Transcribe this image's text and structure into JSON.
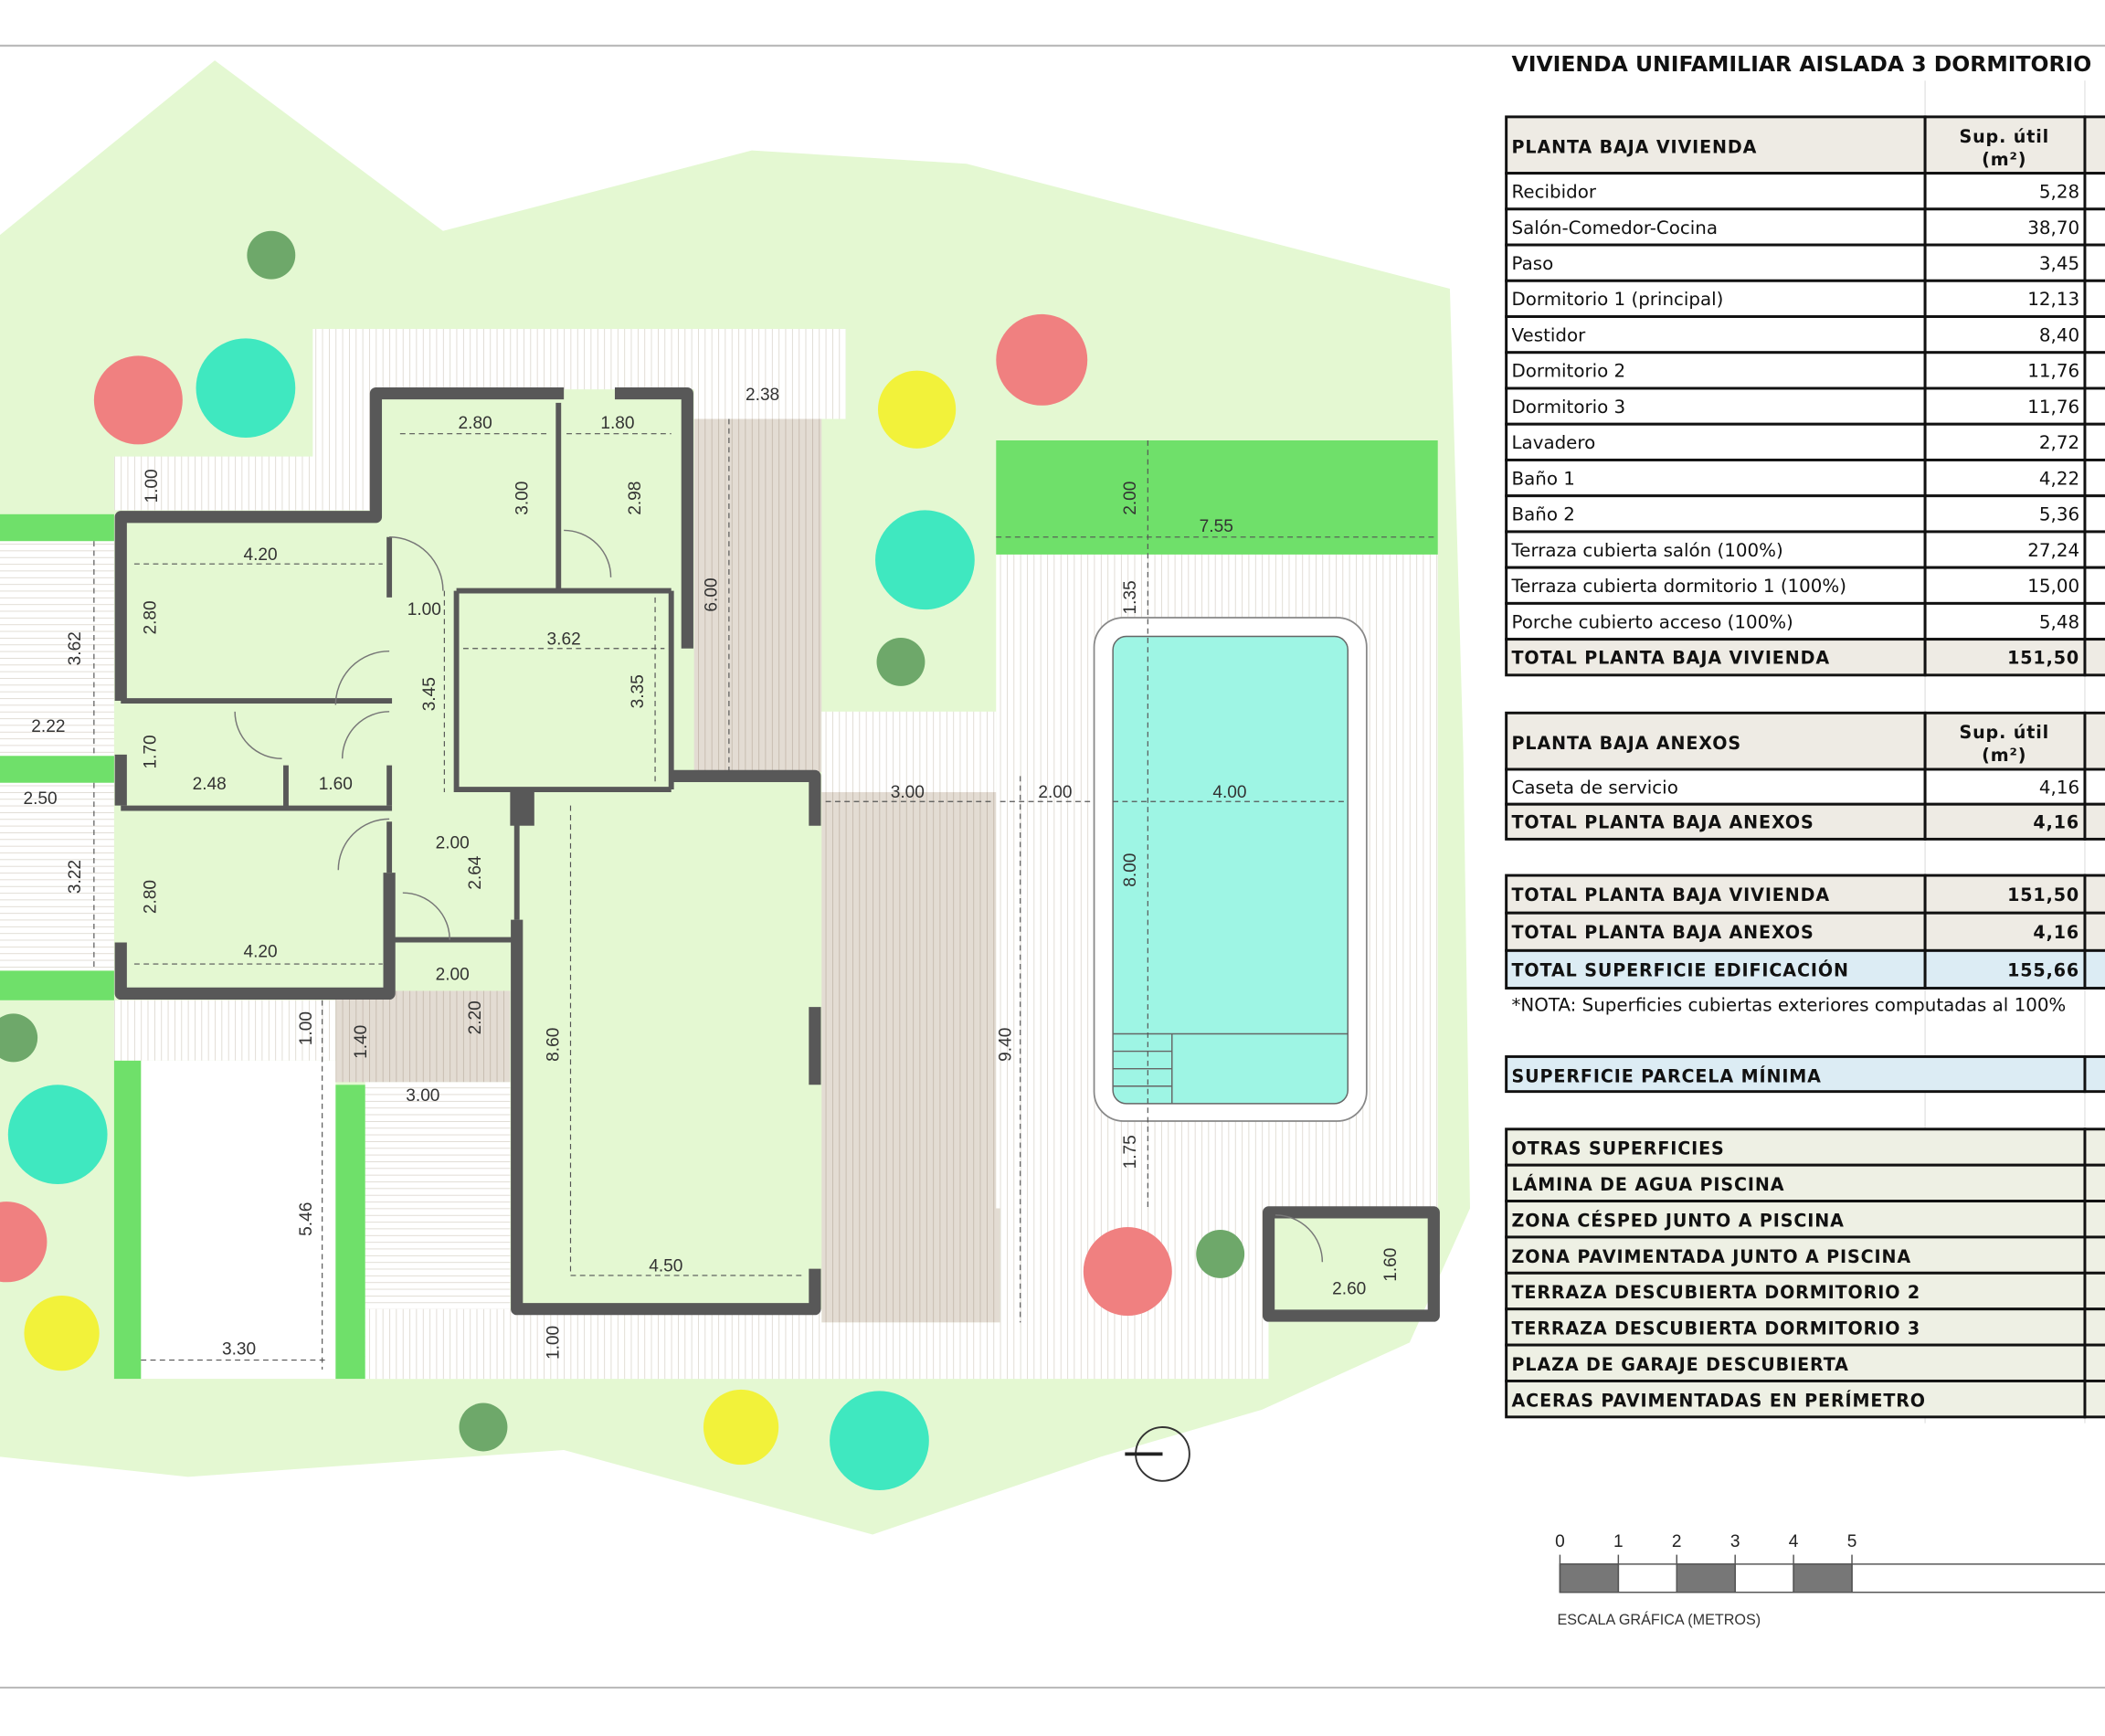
{
  "title": "VIVIENDA UNIFAMILIAR AISLADA 3 DORMITORIO",
  "colors": {
    "lawn": "#e4f8d2",
    "grass_strip": "#6fe06a",
    "pool_water": "#9ef5e4",
    "wall": "#585858",
    "deck": "#d9cfc4",
    "header_bg": "#eeebe4",
    "highlight_bg": "#dcecf4",
    "tree_red": "#f08080",
    "tree_cyan": "#3fe8c0",
    "tree_yellow": "#f2f23a",
    "tree_dark": "#6ea86a"
  },
  "vivienda": {
    "header": "PLANTA BAJA VIVIENDA",
    "col_header_1": "Sup. útil",
    "col_header_2": "(m²)",
    "rows": [
      {
        "label": "Recibidor",
        "value": "5,28"
      },
      {
        "label": "Salón-Comedor-Cocina",
        "value": "38,70"
      },
      {
        "label": "Paso",
        "value": "3,45"
      },
      {
        "label": "Dormitorio 1 (principal)",
        "value": "12,13"
      },
      {
        "label": "Vestidor",
        "value": "8,40"
      },
      {
        "label": "Dormitorio 2",
        "value": "11,76"
      },
      {
        "label": "Dormitorio 3",
        "value": "11,76"
      },
      {
        "label": "Lavadero",
        "value": "2,72"
      },
      {
        "label": "Baño 1",
        "value": "4,22"
      },
      {
        "label": "Baño 2",
        "value": "5,36"
      },
      {
        "label": "Terraza cubierta salón (100%)",
        "value": "27,24"
      },
      {
        "label": "Terraza cubierta dormitorio 1 (100%)",
        "value": "15,00"
      },
      {
        "label": "Porche cubierto acceso (100%)",
        "value": "5,48"
      }
    ],
    "total": {
      "label": "TOTAL PLANTA BAJA VIVIENDA",
      "value": "151,50"
    }
  },
  "anexos": {
    "header": "PLANTA BAJA ANEXOS",
    "col_header_1": "Sup. útil",
    "col_header_2": "(m²)",
    "rows": [
      {
        "label": "Caseta de servicio",
        "value": "4,16"
      }
    ],
    "total": {
      "label": "TOTAL PLANTA BAJA ANEXOS",
      "value": "4,16"
    }
  },
  "summary": [
    {
      "label": "TOTAL PLANTA BAJA VIVIENDA",
      "value": "151,50"
    },
    {
      "label": "TOTAL PLANTA BAJA ANEXOS",
      "value": "4,16"
    },
    {
      "label": "TOTAL SUPERFICIE EDIFICACIÓN",
      "value": "155,66"
    }
  ],
  "nota": "*NOTA: Superficies cubiertas exteriores computadas al 100%",
  "parcela": "SUPERFICIE PARCELA MÍNIMA",
  "otras": [
    "OTRAS SUPERFICIES",
    "LÁMINA DE AGUA PISCINA",
    "ZONA CÉSPED JUNTO A PISCINA",
    "ZONA PAVIMENTADA JUNTO A PISCINA",
    "TERRAZA DESCUBIERTA DORMITORIO 2",
    "TERRAZA DESCUBIERTA DORMITORIO 3",
    "PLAZA DE GARAJE DESCUBIERTA",
    "ACERAS PAVIMENTADAS EN PERÍMETRO"
  ],
  "scale": {
    "ticks": [
      "0",
      "1",
      "2",
      "3",
      "4",
      "5"
    ],
    "label": "ESCALA GRÁFICA (METROS)"
  },
  "dims": [
    "2.80",
    "1.80",
    "2.38",
    "3.00",
    "2.98",
    "1.00",
    "4.20",
    "2.80",
    "1.00",
    "3.62",
    "6.00",
    "3.62",
    "3.45",
    "3.35",
    "2.22",
    "1.70",
    "2.48",
    "1.60",
    "2.50",
    "3.00",
    "2.00",
    "4.00",
    "7.55",
    "2.00",
    "1.35",
    "2.00",
    "2.64",
    "3.22",
    "2.80",
    "4.20",
    "8.00",
    "2.00",
    "2.20",
    "1.00",
    "1.40",
    "8.60",
    "9.40",
    "3.00",
    "1.75",
    "5.46",
    "4.50",
    "2.60",
    "1.60",
    "3.30",
    "1.00"
  ]
}
